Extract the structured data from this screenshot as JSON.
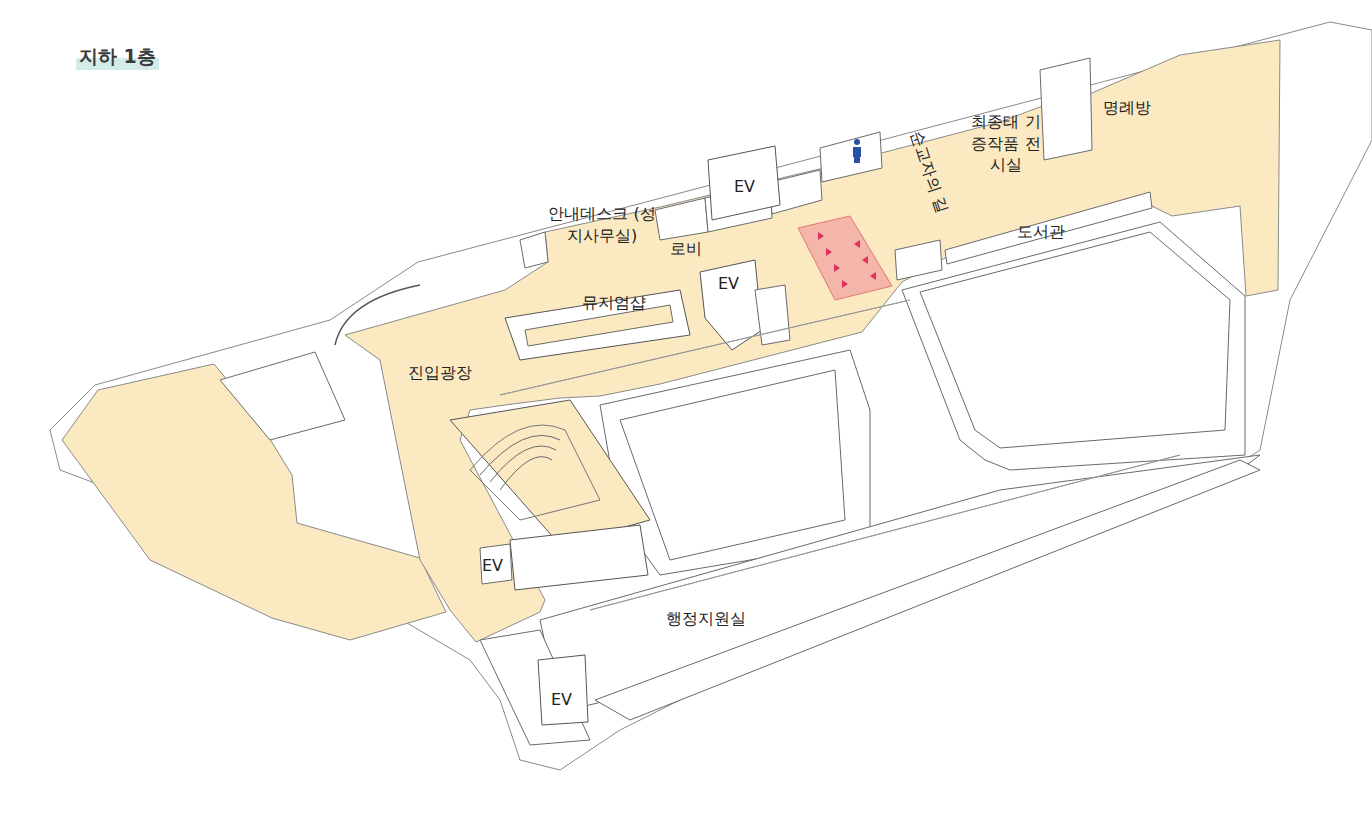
{
  "diagram": {
    "title": "지하 1층",
    "labels": [
      "안내데스크 (성지사무실)",
      "로비",
      "EV",
      "EV",
      "뮤지엄샵",
      "진입광장",
      "순교자의 길",
      "최종태 기증작품 전시실",
      "명례방",
      "도서관",
      "EV",
      "행정지원실",
      "EV"
    ]
  }
}
